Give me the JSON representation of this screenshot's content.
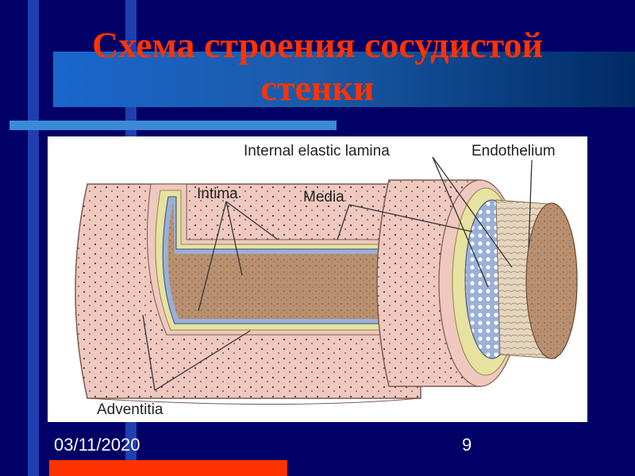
{
  "slide": {
    "title_line1": "Схема строения сосудистой",
    "title_line2": "стенки",
    "date": "03/11/2020",
    "page_number": "9"
  },
  "figure": {
    "labels": {
      "internal_elastic_lamina": "Internal elastic lamina",
      "endothelium": "Endothelium",
      "intima": "Intima",
      "media": "Media",
      "adventitia": "Adventitia"
    }
  },
  "colors": {
    "background": "#000066",
    "title": "#ff3300",
    "accent_blue": "#1f3fb0",
    "adventitia": "#efc8c0",
    "media": "#e8e2a0",
    "elastic_lamina": "#9ab0d8",
    "lumen": "#b89070"
  }
}
